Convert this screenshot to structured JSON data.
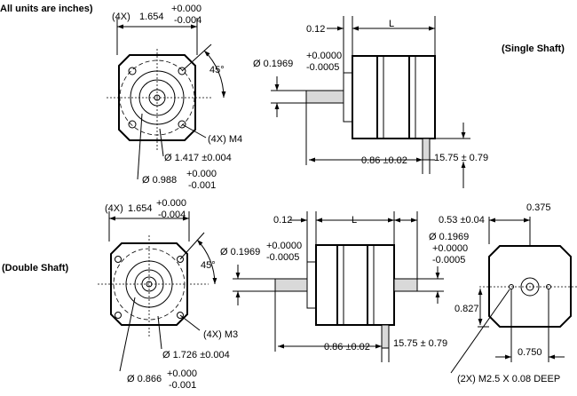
{
  "note": "All units are inches)",
  "single": {
    "label": "(Single Shaft)",
    "flange_qty": "(4X)",
    "flange": "1.654",
    "flange_plus": "+0.000",
    "flange_minus": "-0.004",
    "angle": "45°",
    "hole": "(4X) M4",
    "pilot": "Ø 1.417 ±0.004",
    "bore": "Ø 0.988",
    "bore_plus": "+0.000",
    "bore_minus": "-0.001",
    "offset": "0.12",
    "length": "L",
    "shaft_dia": "Ø 0.1969",
    "shaft_plus": "+0.0000",
    "shaft_minus": "-0.0005",
    "shaft_len": "0.86 ±0.02",
    "connector": "15.75 ± 0.79"
  },
  "double": {
    "label": "(Double Shaft)",
    "flange_qty": "(4X)",
    "flange": "1.654",
    "flange_plus": "+0.000",
    "flange_minus": "-0.004",
    "angle": "45°",
    "hole": "(4X) M3",
    "pilot": "Ø 1.726 ±0.004",
    "bore": "Ø 0.866",
    "bore_plus": "+0.000",
    "bore_minus": "-0.001",
    "offset": "0.12",
    "length": "L",
    "shaft_dia": "Ø 0.1969",
    "shaft_plus": "+0.0000",
    "shaft_minus": "-0.0005",
    "rear_len": "0.53 ±0.04",
    "rear_dia": "Ø 0.1969",
    "rear_plus": "+0.0000",
    "rear_minus": "-0.0005",
    "shaft_len": "0.86 ±0.02",
    "connector": "15.75 ± 0.79",
    "rear_top": "0.375",
    "rear_height": "0.827",
    "rear_width": "0.750",
    "rear_holes": "(2X) M2.5 X 0.08 DEEP"
  }
}
